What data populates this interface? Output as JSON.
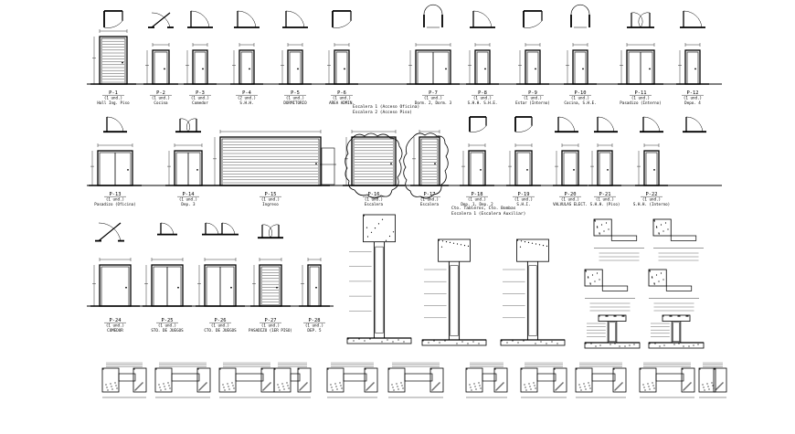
{
  "sheet": {
    "row1": [
      {
        "code": "P-1",
        "qty": "(1 und.)",
        "desc": "Hall Ing. Piso"
      },
      {
        "code": "P-2",
        "qty": "(1 und.)",
        "desc": "Cocina"
      },
      {
        "code": "P-3",
        "qty": "(1 und.)",
        "desc": "Comedor"
      },
      {
        "code": "P-4",
        "qty": "(2 und.)",
        "desc": "S.H.H."
      },
      {
        "code": "P-5",
        "qty": "(1 und.)",
        "desc": "DORMITORIO"
      },
      {
        "code": "P-6",
        "qty": "(1 und.)",
        "desc": "AREA ADMIN."
      },
      {
        "code": "P-7",
        "qty": "(1 und.)",
        "desc": "Dorm. 2, Dorm. 3"
      },
      {
        "code": "P-8",
        "qty": "(1 und.)",
        "desc": "S.H.H. S.H.E."
      },
      {
        "code": "P-9",
        "qty": "(1 und.)",
        "desc": "Estar (Interno)"
      },
      {
        "code": "P-10",
        "qty": "(1 und.)",
        "desc": "Cocina, S.H.E."
      },
      {
        "code": "P-11",
        "qty": "(1 und.)",
        "desc": "Pasadizo (Interno)"
      },
      {
        "code": "P-12",
        "qty": "(1 und.)",
        "desc": "Depo. 4"
      }
    ],
    "row1_notes": [
      "Escalera 1 (Acceso Oficina)",
      "Escalera 2 (Acceso Piso)"
    ],
    "row2": [
      {
        "code": "P-13",
        "qty": "(1 und.)",
        "desc": "Pasadizo (Oficina)"
      },
      {
        "code": "P-14",
        "qty": "(1 und.)",
        "desc": "Dep. 3"
      },
      {
        "code": "P-15",
        "qty": "(1 und.)",
        "desc": "Ingreso"
      },
      {
        "code": "P-16",
        "qty": "(1 und.)",
        "desc": "Escalera"
      },
      {
        "code": "P-17",
        "qty": "(1 und.)",
        "desc": "Escalera"
      },
      {
        "code": "P-18",
        "qty": "(1 und.)",
        "desc": "Dep. 1, Dep. 2"
      },
      {
        "code": "P-19",
        "qty": "(1 und.)",
        "desc": "S.H.I."
      },
      {
        "code": "P-20",
        "qty": "(1 und.)",
        "desc": "VALVULAS ELECT."
      },
      {
        "code": "P-21",
        "qty": "(1 und.)",
        "desc": "S.H.H. (Piso)"
      },
      {
        "code": "P-22",
        "qty": "(1 und.)",
        "desc": "S.H.H. (Interno)"
      }
    ],
    "row2_notes": [
      "Cto. Tableros, Cto. Bombas",
      "Escalera 1 (Escalera Auxiliar)"
    ],
    "row3": [
      {
        "code": "P-24",
        "qty": "(1 und.)",
        "desc": "COMEDOR"
      },
      {
        "code": "P-25",
        "qty": "(1 und.)",
        "desc": "STO. DE JUEGOS"
      },
      {
        "code": "P-26",
        "qty": "(1 und.)",
        "desc": "CTO. DE JUEGOS"
      },
      {
        "code": "P-27",
        "qty": "(1 und.)",
        "desc": "PASADIZO (1ER PISO)"
      },
      {
        "code": "P-28",
        "qty": "(1 und.)",
        "desc": "DEP. 5"
      }
    ]
  }
}
